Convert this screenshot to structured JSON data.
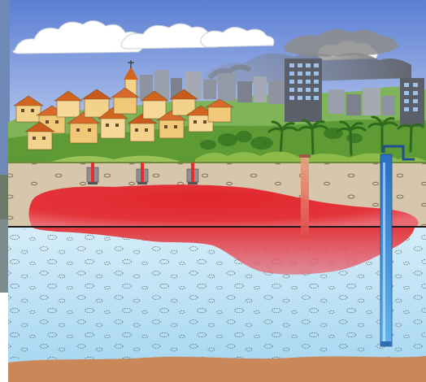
{
  "scene": {
    "description_free": true,
    "layers": [
      "sky",
      "clouds",
      "smog",
      "hills",
      "town",
      "city",
      "vegetation",
      "soil",
      "contaminant-plume",
      "water-table",
      "aquifer",
      "bedrock"
    ],
    "wells": [
      {
        "kind": "source-pipe"
      },
      {
        "kind": "source-pipe"
      },
      {
        "kind": "source-pipe"
      },
      {
        "kind": "shallow-monitoring-well"
      },
      {
        "kind": "deep-pumping-well"
      }
    ]
  },
  "colors": {
    "sky_top": "#5c7fd4",
    "sky_bottom": "#c9d8f2",
    "soil": "#d6c7ac",
    "plume": "#e0262c",
    "aquifer": "#bfe3f7",
    "bedrock": "#c9875a",
    "hills": "#5e9b35",
    "roof": "#d2641f",
    "house_wall": "#f3d28c",
    "tower": "#5b5f6a",
    "water_table_line": "#1a1a1a",
    "deep_well": "#3f8ee0",
    "shallow_well": "#d98a72"
  }
}
